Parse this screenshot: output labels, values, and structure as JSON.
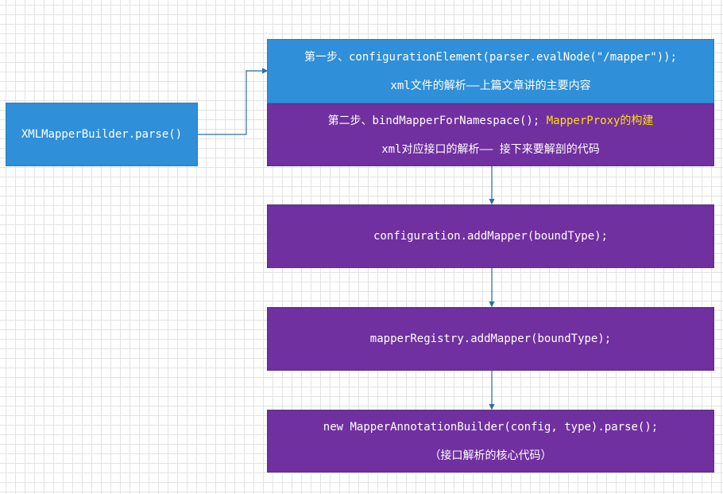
{
  "source": {
    "label": "XMLMapperBuilder.parse()"
  },
  "step1": {
    "line1": "第一步、configurationElement(parser.evalNode(\"/mapper\"));",
    "line2": "xml文件的解析——上篇文章讲的主要内容"
  },
  "step2": {
    "line1_prefix": "第二步、bindMapperForNamespace(); ",
    "line1_highlight": "MapperProxy的构建",
    "line2": "xml对应接口的解析—— 接下来要解剖的代码"
  },
  "step3": {
    "line1": "configuration.addMapper(boundType);"
  },
  "step4": {
    "line1": "mapperRegistry.addMapper(boundType);"
  },
  "step5": {
    "line1": "new MapperAnnotationBuilder(config, type).parse();",
    "line2": "（接口解析的核心代码）"
  },
  "colors": {
    "blue": "#2f8fd8",
    "purple": "#7030a0",
    "highlight": "#ffe000",
    "connector": "#2b6fa8"
  }
}
